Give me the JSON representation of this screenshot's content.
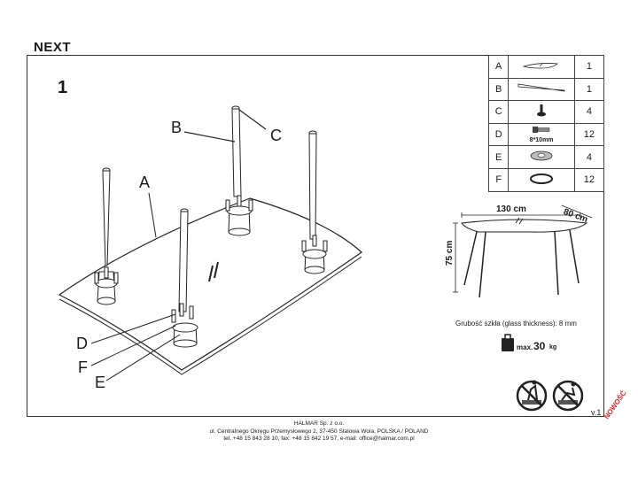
{
  "header": {
    "product": "NEXT",
    "step": "1"
  },
  "parts": [
    {
      "letter": "A",
      "qty": "1",
      "icon": "glass-top-icon"
    },
    {
      "letter": "B",
      "qty": "1",
      "icon": "leg-icon"
    },
    {
      "letter": "C",
      "qty": "4",
      "icon": "glide-icon"
    },
    {
      "letter": "D",
      "qty": "12",
      "icon": "screw-icon",
      "caption": "8*10mm"
    },
    {
      "letter": "E",
      "qty": "4",
      "icon": "washer-icon"
    },
    {
      "letter": "F",
      "qty": "12",
      "icon": "ring-icon"
    }
  ],
  "callouts": {
    "a": "A",
    "b": "B",
    "c": "C",
    "d": "D",
    "f": "F",
    "e": "E"
  },
  "dimensions": {
    "width": "130 cm",
    "depth": "80 cm",
    "height": "75 cm"
  },
  "glass_note": "Grubość szkła (glass thickness): 8 mm",
  "max_load": {
    "label": "max.",
    "value": "30",
    "unit": "kg"
  },
  "version": "v.1",
  "footer": {
    "company": "HALMAR Sp. z o.o.",
    "address": "ul. Centralnego Okręgu Przemysłowego 2, 37-450 Stalowa Wola, POLSKA / POLAND",
    "contact": "tel. +48 15 843 28 10, fax: +48 15 842 19 57, e-mail: office@halmar.com.pl"
  },
  "badge": "NOWOŚĆ",
  "colors": {
    "ink": "#1a1a1a",
    "badge": "#e02020"
  }
}
